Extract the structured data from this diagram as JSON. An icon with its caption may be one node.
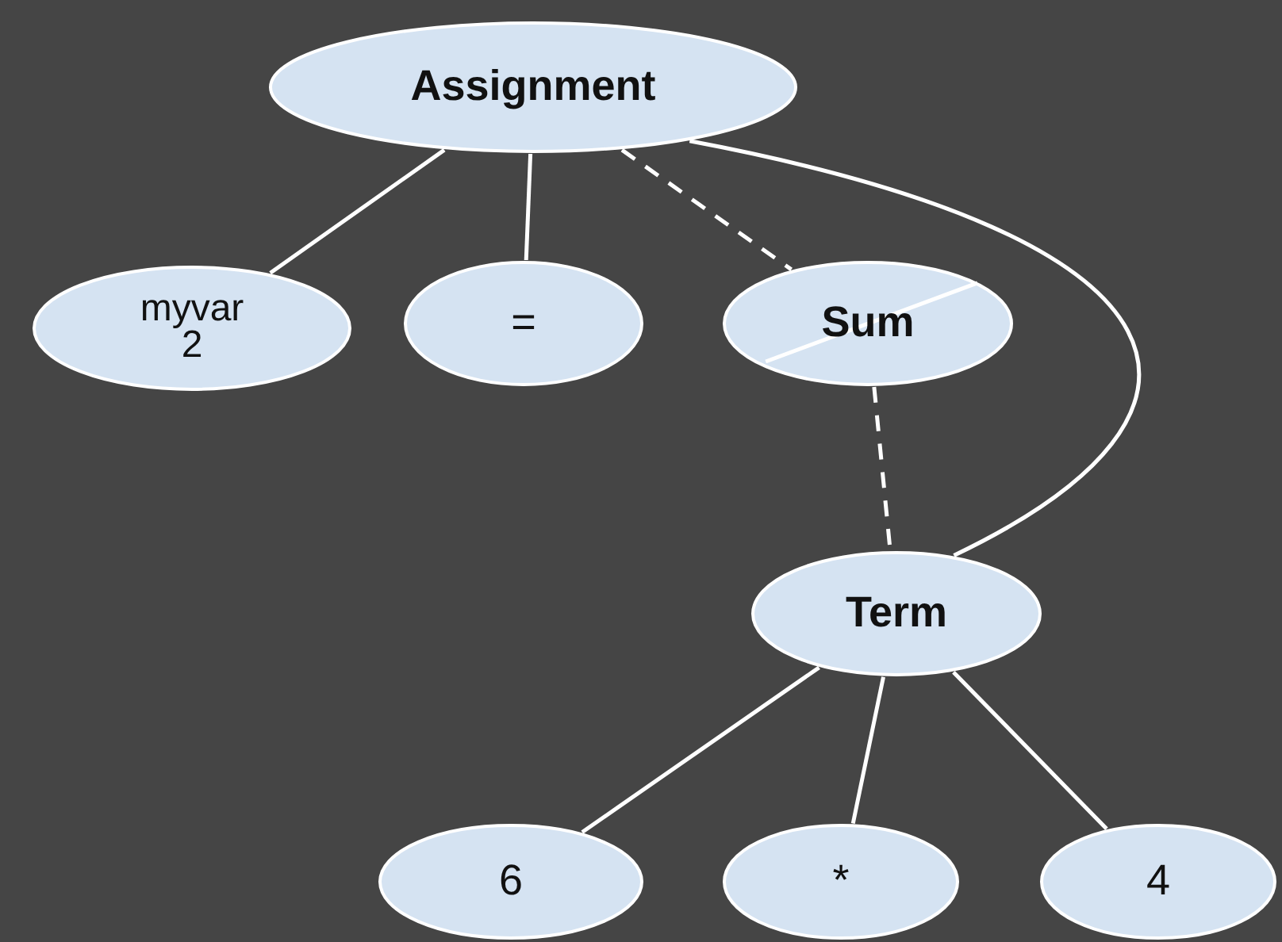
{
  "diagram": {
    "nodes": [
      {
        "text": [
          "Assignment"
        ]
      },
      {
        "text": [
          "myvar",
          "2"
        ]
      },
      {
        "text": [
          "="
        ]
      },
      {
        "text": [
          "Sum"
        ]
      },
      {
        "text": [
          "Term"
        ]
      },
      {
        "text": [
          "6"
        ]
      },
      {
        "text": [
          "*"
        ]
      },
      {
        "text": [
          "4"
        ]
      }
    ],
    "edges": [
      {
        "from": 0,
        "to": 1,
        "arrow": "none"
      },
      {
        "from": 0,
        "to": 2,
        "arrow": "none"
      },
      {
        "from": 0,
        "to": 3,
        "arrow": "none",
        "style": "dashed"
      },
      {
        "from": 3,
        "to": 4,
        "arrow": "none",
        "style": "dashed"
      },
      {
        "from": 0,
        "to": 4,
        "arrow": "none"
      },
      {
        "from": 4,
        "to": 5,
        "arrow": "none"
      },
      {
        "from": 4,
        "to": 6,
        "arrow": "none"
      },
      {
        "from": 4,
        "to": 7,
        "arrow": "none"
      }
    ]
  }
}
